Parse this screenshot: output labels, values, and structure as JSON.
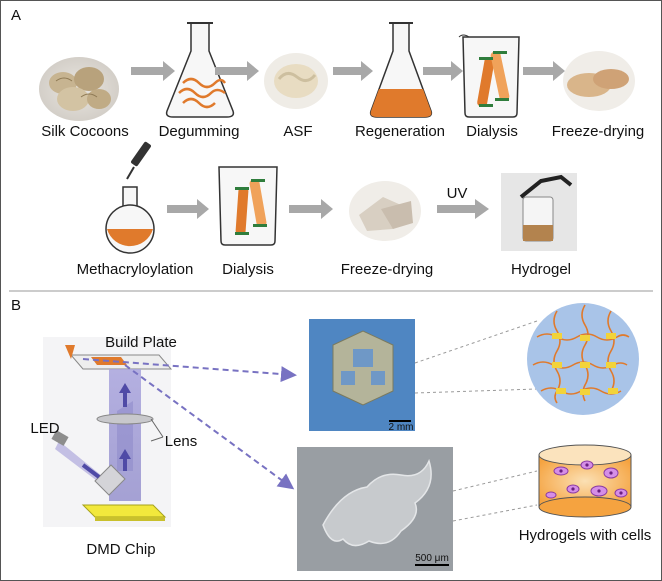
{
  "panels": {
    "a": "A",
    "b": "B"
  },
  "row1": [
    "Silk Cocoons",
    "Degumming",
    "ASF",
    "Regeneration",
    "Dialysis",
    "Freeze-drying"
  ],
  "row2": [
    "Methacryloylation",
    "Dialysis",
    "Freeze-drying",
    "Hydrogel"
  ],
  "uv_label": "UV",
  "panel_b": {
    "build_plate": "Build Plate",
    "led": "LED",
    "lens": "Lens",
    "dmd_chip": "DMD Chip",
    "scale_top": "2 mm",
    "scale_bottom": "500 μm",
    "hydrogels_with_cells": "Hydrogels with cells"
  },
  "colors": {
    "arrow_gray": "#a8a8a8",
    "silk_orange": "#e07a2c",
    "beam_purple": "#8a85c8",
    "dashed_arrow": "#7872c2",
    "network_bg": "#a9c4e8",
    "crosslink_yellow": "#f2d33a"
  }
}
